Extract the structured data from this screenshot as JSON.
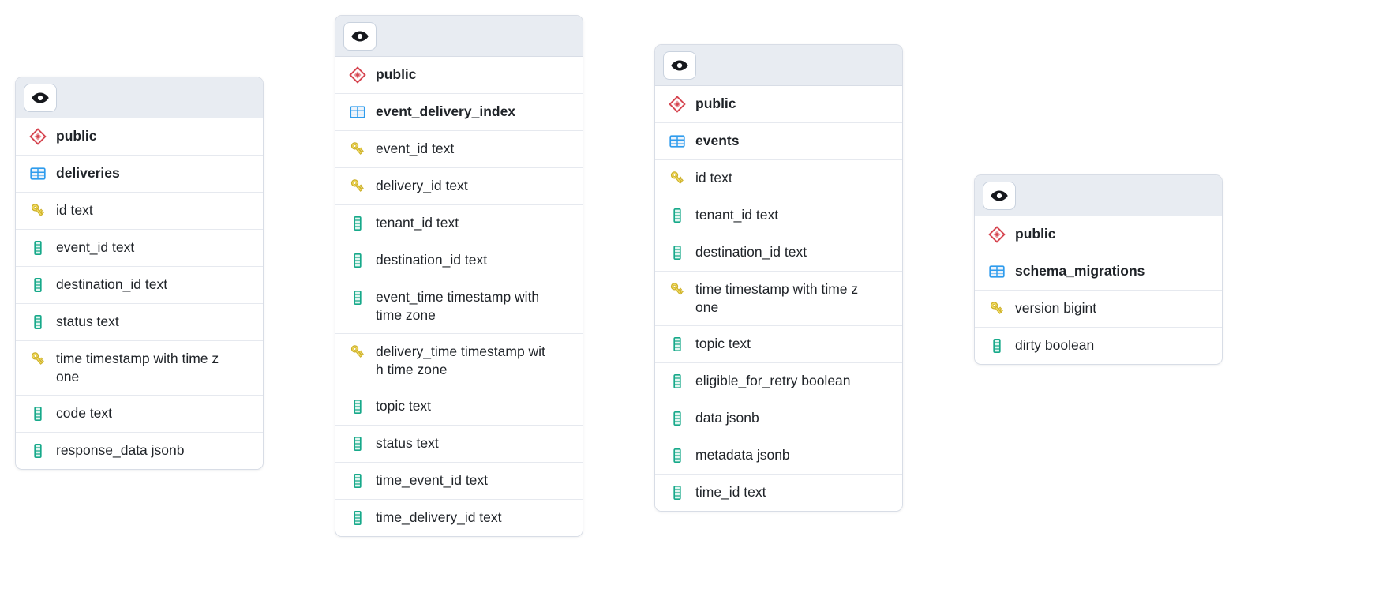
{
  "theme": {
    "background": "#ffffff",
    "card_border": "#d8dde6",
    "header_bg": "#e8ecf2",
    "row_divider": "#e6e9ef",
    "text": "#1f2328",
    "schema_icon_color": "#d64550",
    "table_icon_color": "#2f9ced",
    "key_icon_color": "#e8c63a",
    "column_icon_color": "#17a98a"
  },
  "cards": [
    {
      "id": "deliveries",
      "header": {
        "eye_button": {
          "icon": "eye-icon",
          "label": ""
        }
      },
      "rows": [
        {
          "icon": "schema-icon",
          "label": "public",
          "bold": true
        },
        {
          "icon": "table-icon",
          "label": "deliveries",
          "bold": true
        },
        {
          "icon": "primary-key-icon",
          "label": "id text",
          "bold": false
        },
        {
          "icon": "column-icon",
          "label": "event_id text",
          "bold": false
        },
        {
          "icon": "column-icon",
          "label": "destination_id text",
          "bold": false
        },
        {
          "icon": "column-icon",
          "label": "status text",
          "bold": false
        },
        {
          "icon": "primary-key-icon",
          "label": "time timestamp with time z\none",
          "bold": false
        },
        {
          "icon": "column-icon",
          "label": "code text",
          "bold": false
        },
        {
          "icon": "column-icon",
          "label": "response_data jsonb",
          "bold": false
        }
      ]
    },
    {
      "id": "event_delivery_index",
      "header": {
        "eye_button": {
          "icon": "eye-icon",
          "label": ""
        }
      },
      "rows": [
        {
          "icon": "schema-icon",
          "label": "public",
          "bold": true
        },
        {
          "icon": "table-icon",
          "label": "event_delivery_index",
          "bold": true
        },
        {
          "icon": "primary-key-icon",
          "label": "event_id text",
          "bold": false
        },
        {
          "icon": "primary-key-icon",
          "label": "delivery_id text",
          "bold": false
        },
        {
          "icon": "column-icon",
          "label": "tenant_id text",
          "bold": false
        },
        {
          "icon": "column-icon",
          "label": "destination_id text",
          "bold": false
        },
        {
          "icon": "column-icon",
          "label": "event_time timestamp with\ntime zone",
          "bold": false
        },
        {
          "icon": "primary-key-icon",
          "label": "delivery_time timestamp wit\nh time zone",
          "bold": false
        },
        {
          "icon": "column-icon",
          "label": "topic text",
          "bold": false
        },
        {
          "icon": "column-icon",
          "label": "status text",
          "bold": false
        },
        {
          "icon": "column-icon",
          "label": "time_event_id text",
          "bold": false
        },
        {
          "icon": "column-icon",
          "label": "time_delivery_id text",
          "bold": false
        }
      ]
    },
    {
      "id": "events",
      "header": {
        "eye_button": {
          "icon": "eye-icon",
          "label": ""
        }
      },
      "rows": [
        {
          "icon": "schema-icon",
          "label": "public",
          "bold": true
        },
        {
          "icon": "table-icon",
          "label": "events",
          "bold": true
        },
        {
          "icon": "primary-key-icon",
          "label": "id text",
          "bold": false
        },
        {
          "icon": "column-icon",
          "label": "tenant_id text",
          "bold": false
        },
        {
          "icon": "column-icon",
          "label": "destination_id text",
          "bold": false
        },
        {
          "icon": "primary-key-icon",
          "label": "time timestamp with time z\none",
          "bold": false
        },
        {
          "icon": "column-icon",
          "label": "topic text",
          "bold": false
        },
        {
          "icon": "column-icon",
          "label": "eligible_for_retry boolean",
          "bold": false
        },
        {
          "icon": "column-icon",
          "label": "data jsonb",
          "bold": false
        },
        {
          "icon": "column-icon",
          "label": "metadata jsonb",
          "bold": false
        },
        {
          "icon": "column-icon",
          "label": "time_id text",
          "bold": false
        }
      ]
    },
    {
      "id": "schema_migrations",
      "header": {
        "eye_button": {
          "icon": "eye-icon",
          "label": ""
        }
      },
      "rows": [
        {
          "icon": "schema-icon",
          "label": "public",
          "bold": true
        },
        {
          "icon": "table-icon",
          "label": "schema_migrations",
          "bold": true
        },
        {
          "icon": "primary-key-icon",
          "label": "version bigint",
          "bold": false
        },
        {
          "icon": "column-icon",
          "label": "dirty boolean",
          "bold": false
        }
      ]
    }
  ]
}
